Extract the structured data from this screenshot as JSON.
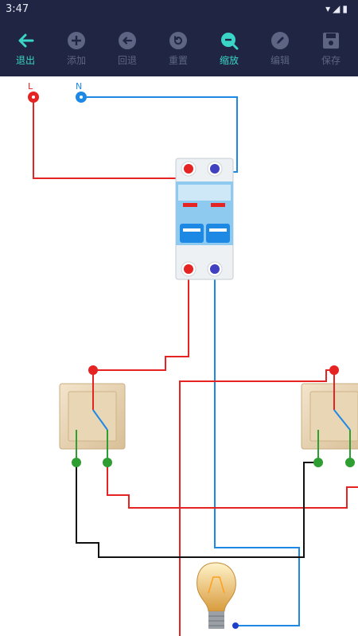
{
  "status_bar": {
    "time": "3:47"
  },
  "toolbar": {
    "items": [
      {
        "label": "退出",
        "icon": "back-arrow-icon",
        "active": true
      },
      {
        "label": "添加",
        "icon": "plus-circle-icon",
        "active": false
      },
      {
        "label": "回退",
        "icon": "undo-circle-icon",
        "active": false
      },
      {
        "label": "重置",
        "icon": "reset-circle-icon",
        "active": false
      },
      {
        "label": "缩放",
        "icon": "zoom-out-icon",
        "active": true
      },
      {
        "label": "编辑",
        "icon": "edit-icon",
        "active": false
      },
      {
        "label": "保存",
        "icon": "save-icon",
        "active": false
      }
    ]
  },
  "diagram": {
    "terminal_labels": {
      "live": "L",
      "neutral": "N"
    },
    "colors": {
      "live_wire": "#e52322",
      "neutral_wire": "#1e88e5",
      "switch_wire": "#2e7d32",
      "return_wire": "#111111",
      "accent": "#3ad5c6",
      "toolbar_bg": "#1f2542"
    }
  }
}
